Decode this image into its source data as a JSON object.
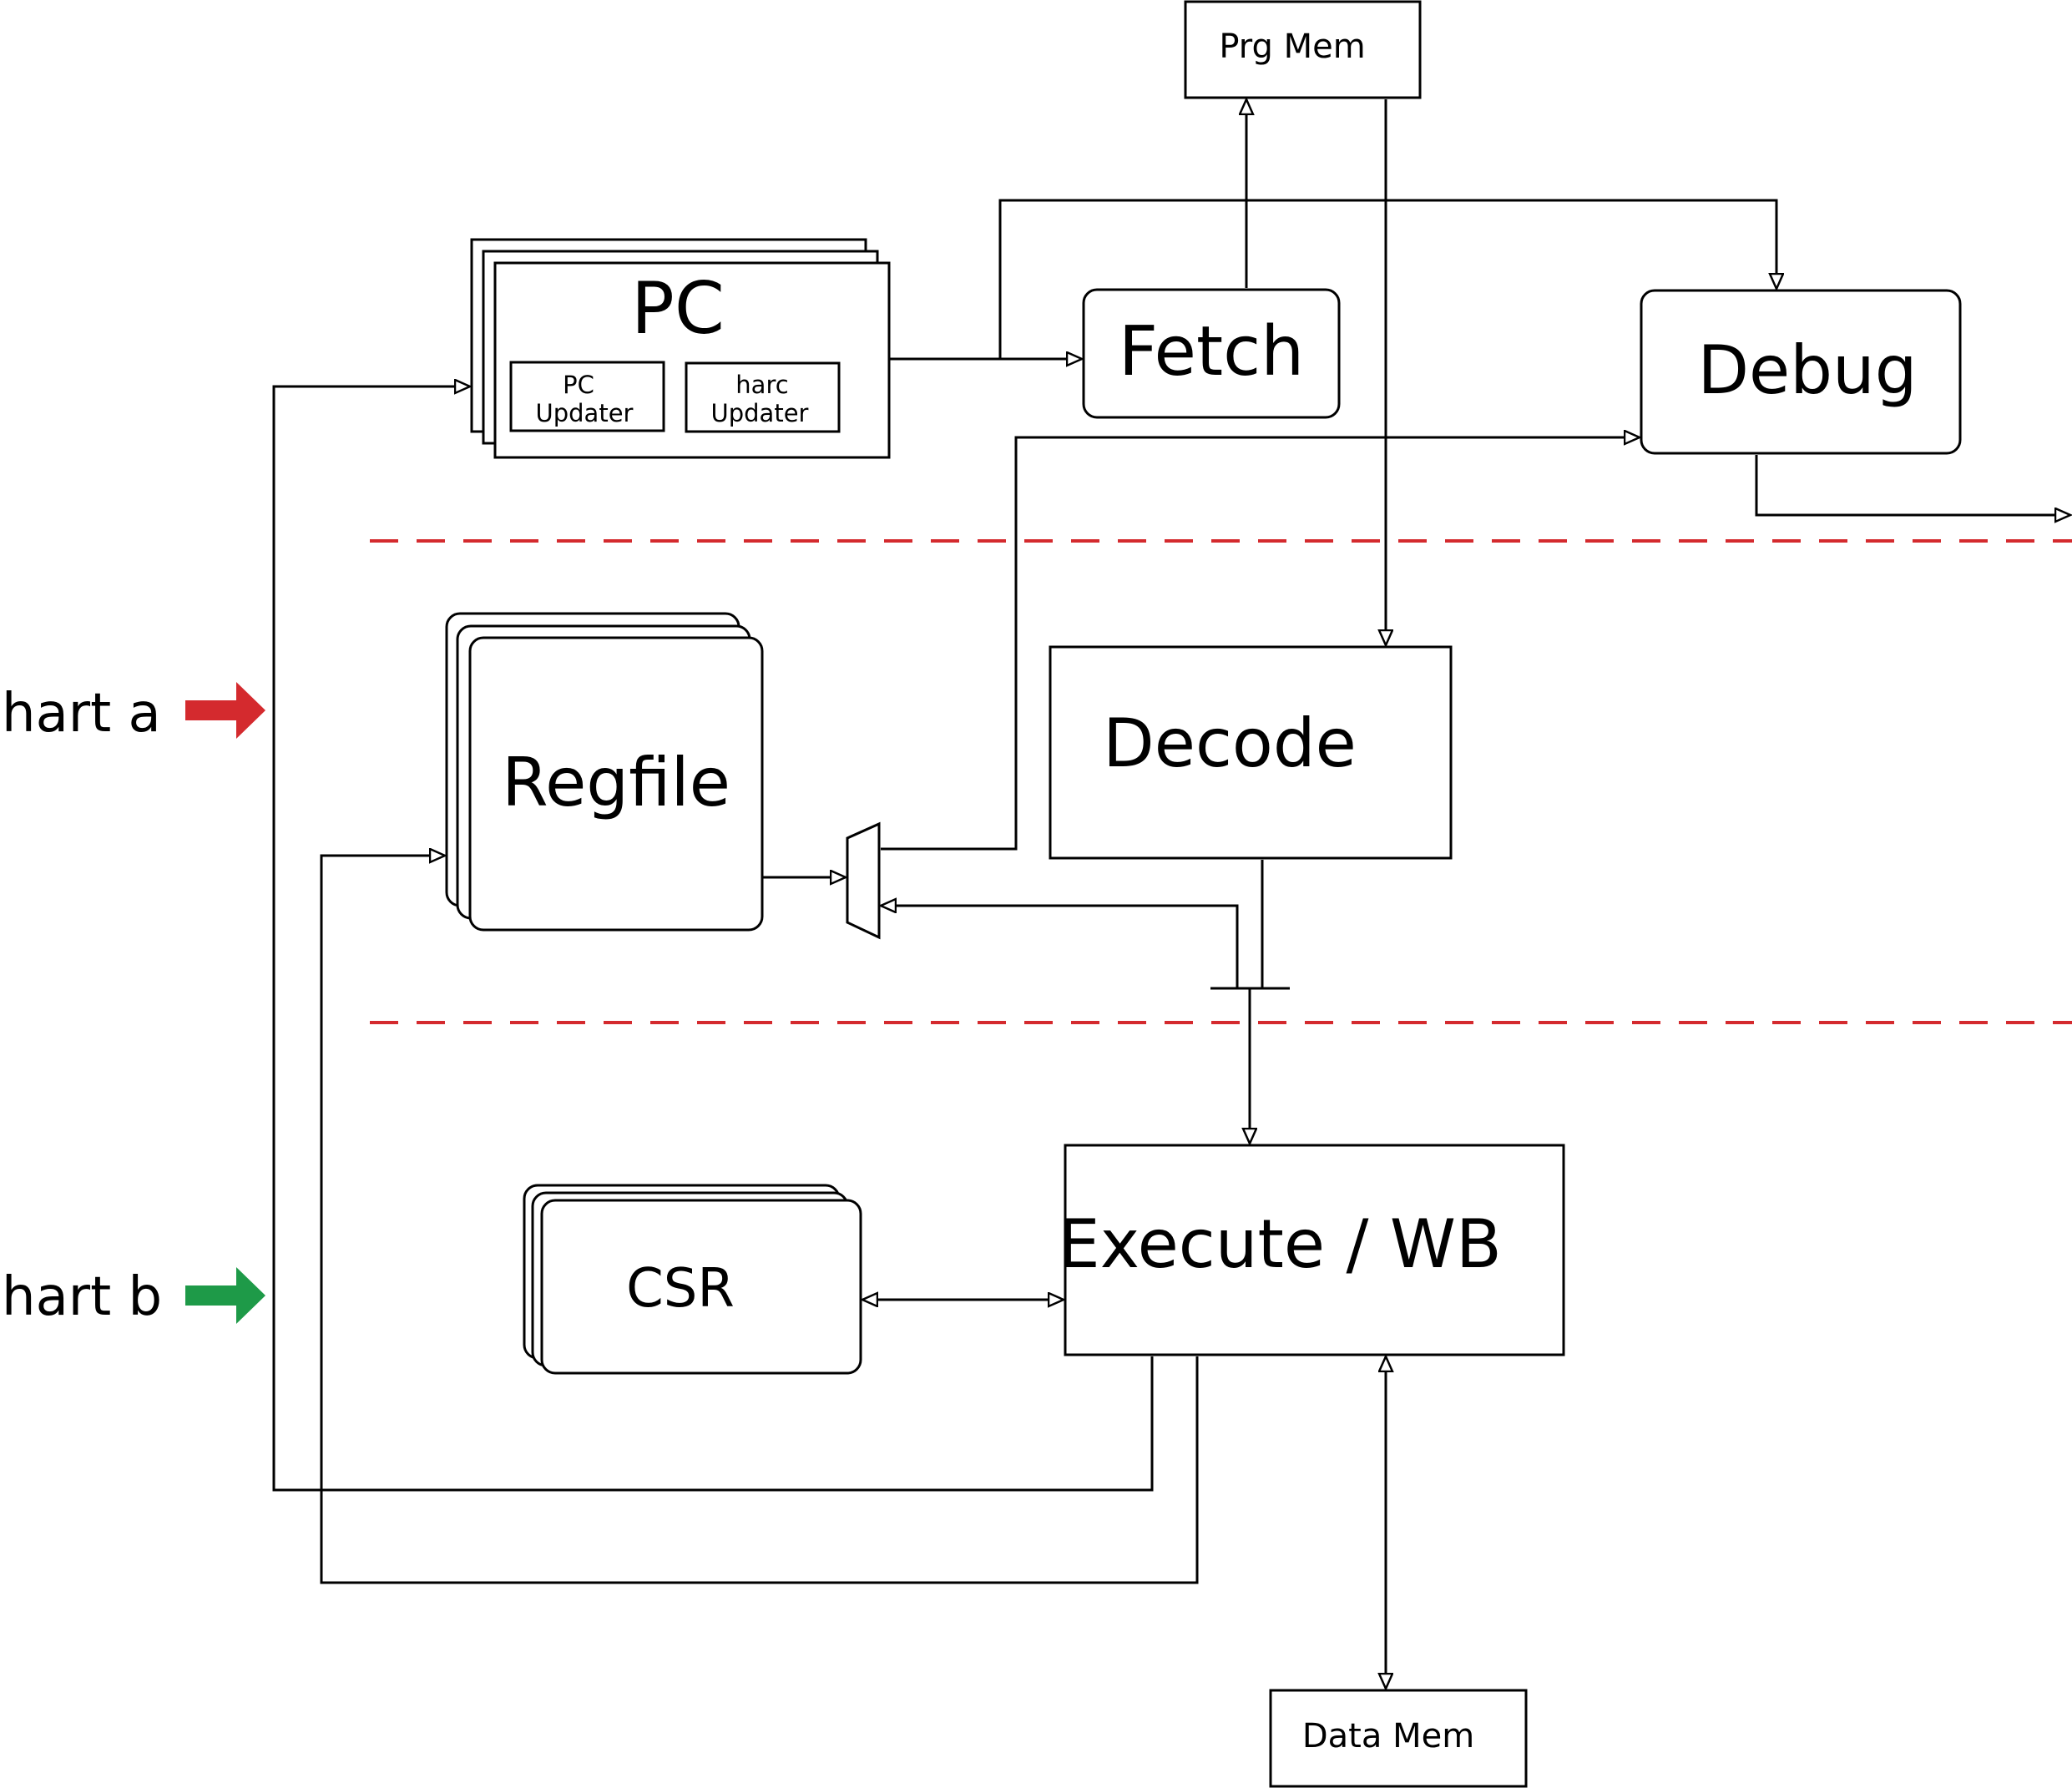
{
  "blocks": {
    "prg_mem": "Prg Mem",
    "pc": "PC",
    "pc_updater": [
      "PC",
      "Updater"
    ],
    "harc_updater": [
      "harc",
      "Updater"
    ],
    "fetch": "Fetch",
    "debug": "Debug",
    "regfile": "Regfile",
    "decode": "Decode",
    "csr": "CSR",
    "execute_wb": "Execute / WB",
    "data_mem": "Data Mem"
  },
  "inputs": {
    "hart_a": "hart a",
    "hart_b": "hart b"
  },
  "colors": {
    "hart_a_arrow": "#d42a2e",
    "hart_b_arrow": "#1e9a48",
    "stage_divider": "#d42a2e",
    "line": "#000000"
  }
}
